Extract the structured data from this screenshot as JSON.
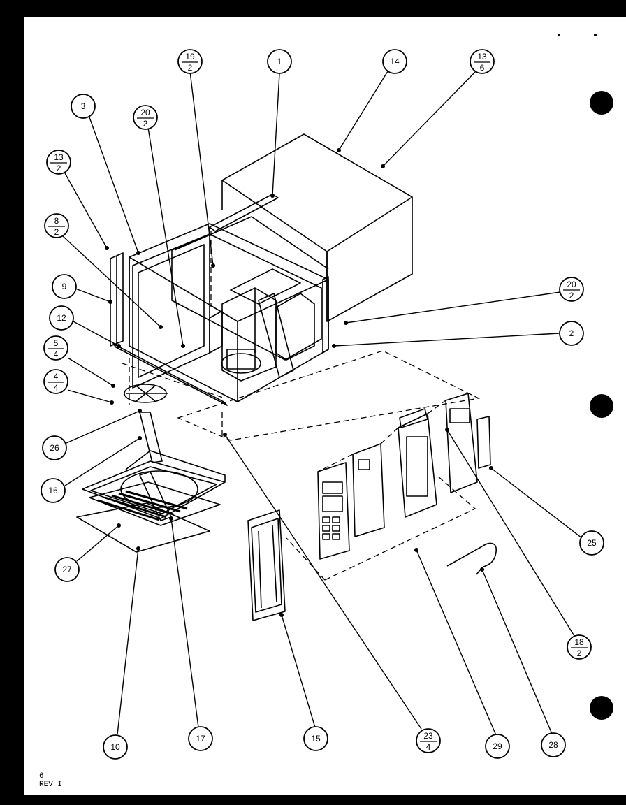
{
  "sheet_number": "6",
  "revision": "REV I",
  "callouts": [
    {
      "top": "19",
      "bottom": "2"
    },
    {
      "top": "1"
    },
    {
      "top": "14"
    },
    {
      "top": "13",
      "bottom": "6"
    },
    {
      "top": "3"
    },
    {
      "top": "20",
      "bottom": "2"
    },
    {
      "top": "13",
      "bottom": "2"
    },
    {
      "top": "8",
      "bottom": "2"
    },
    {
      "top": "9"
    },
    {
      "top": "12"
    },
    {
      "top": "5",
      "bottom": "4"
    },
    {
      "top": "4",
      "bottom": "4"
    },
    {
      "top": "26"
    },
    {
      "top": "16"
    },
    {
      "top": "27"
    },
    {
      "top": "20",
      "bottom": "2"
    },
    {
      "top": "2"
    },
    {
      "top": "25"
    },
    {
      "top": "18",
      "bottom": "2"
    },
    {
      "top": "10"
    },
    {
      "top": "17"
    },
    {
      "top": "15"
    },
    {
      "top": "23",
      "bottom": "4"
    },
    {
      "top": "29"
    },
    {
      "top": "28"
    }
  ]
}
